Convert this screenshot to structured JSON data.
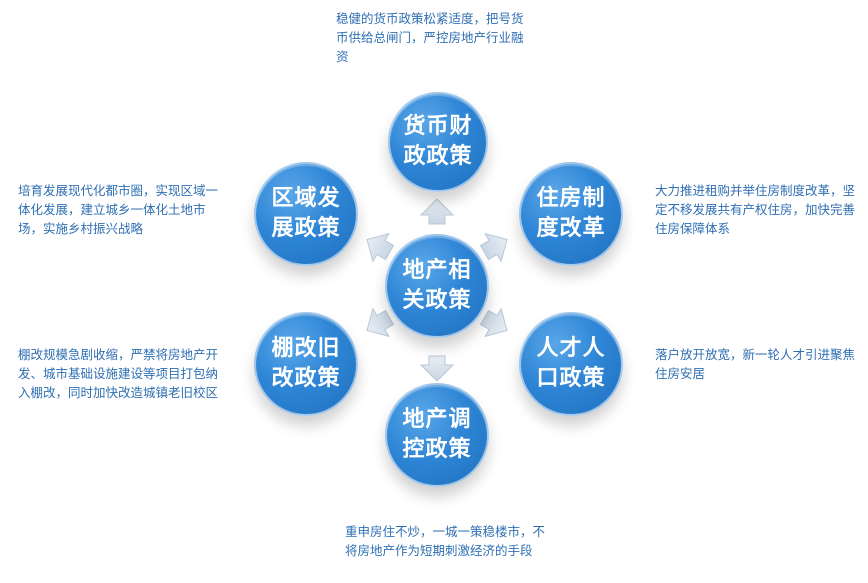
{
  "center": {
    "label": "地产相关政策"
  },
  "nodes": {
    "top": {
      "label": "货币财政政策",
      "desc": "稳健的货币政策松紧适度，把号货币供给总闸门，严控房地产行业融资"
    },
    "upper_left": {
      "label": "区域发展政策",
      "desc": "培育发展现代化都市圈，实现区域一体化发展，建立城乡一体化土地市场，实施乡村振兴战略"
    },
    "upper_right": {
      "label": "住房制度改革",
      "desc": "大力推进租购并举住房制度改革，坚定不移发展共有产权住房，加快完善住房保障体系"
    },
    "lower_left": {
      "label": "棚改旧改政策",
      "desc": "棚改规模急剧收缩，严禁将房地产开发、城市基础设施建设等项目打包纳入棚改，同时加快改造城镇老旧校区"
    },
    "lower_right": {
      "label": "人才人口政策",
      "desc": "落户放开放宽，新一轮人才引进聚焦住房安居"
    },
    "bottom": {
      "label": "地产调控政策",
      "desc": "重申房住不炒，一城一策稳楼市，不将房地产作为短期刺激经济的手段"
    }
  },
  "colors": {
    "circle": "#2f86d6",
    "text": "#2f6fb3",
    "arrow": "#d9e4ef"
  }
}
